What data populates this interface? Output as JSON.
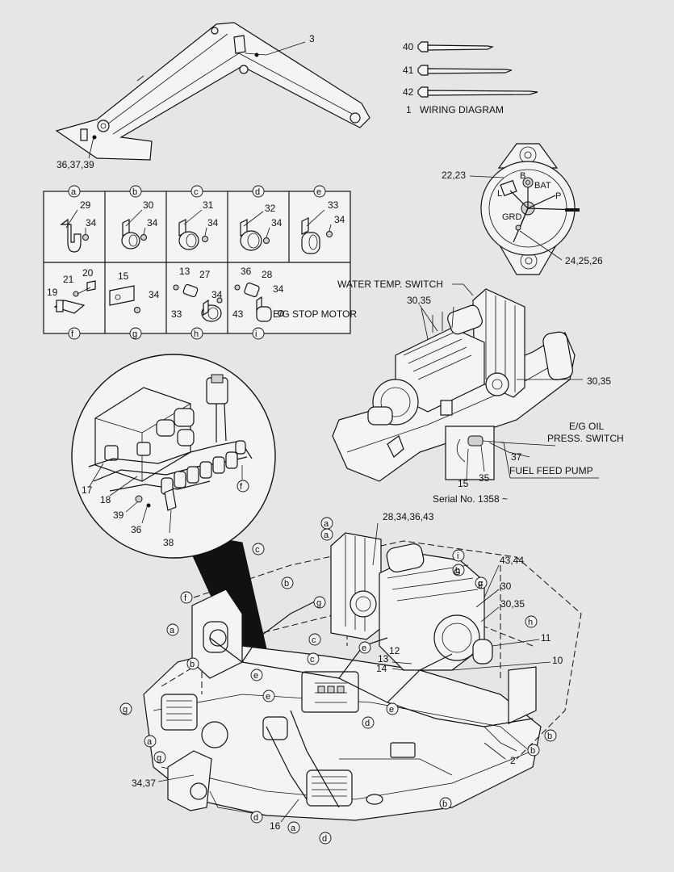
{
  "legend": {
    "ties": [
      {
        "ref": "40"
      },
      {
        "ref": "41"
      },
      {
        "ref": "42"
      }
    ],
    "wiring_diagram": {
      "ref": "1",
      "text": "WIRING DIAGRAM"
    }
  },
  "boom": {
    "part_3": "3",
    "part_36_37_39": "36,37,39"
  },
  "alternator": {
    "ref_22_23": "22,23",
    "ref_24_25_26": "24,25,26",
    "terminals": {
      "b": "B",
      "bat": "BAT",
      "l": "L",
      "p": "P",
      "grd": "GRD"
    }
  },
  "clamp_table": {
    "top_row": [
      {
        "letter": "a",
        "part": "29",
        "bolt": "34"
      },
      {
        "letter": "b",
        "part": "30",
        "bolt": "34"
      },
      {
        "letter": "c",
        "part": "31",
        "bolt": "34"
      },
      {
        "letter": "d",
        "part": "32",
        "bolt": "34"
      },
      {
        "letter": "e",
        "part": "33",
        "bolt": "34"
      }
    ],
    "bottom_row": [
      {
        "letter": "f",
        "parts": [
          "19",
          "21",
          "20"
        ]
      },
      {
        "letter": "g",
        "parts": [
          "15",
          "34"
        ]
      },
      {
        "letter": "h",
        "parts": [
          "13",
          "27",
          "33",
          "34"
        ]
      },
      {
        "letter": "i",
        "parts": [
          "36",
          "28",
          "43",
          "34"
        ]
      }
    ]
  },
  "engine_labels": {
    "water_temp": "WATER TEMP. SWITCH",
    "stop_motor": "E/G STOP MOTOR",
    "ref_30_35_a": "30,35",
    "ref_30_35_b": "30,35",
    "oil_press_1": "E/G OIL",
    "oil_press_2": "PRESS. SWITCH",
    "fuel_pump": "FUEL FEED PUMP",
    "ref_37": "37",
    "ref_15": "15",
    "ref_35": "35",
    "serial": "Serial No. 1358 ~"
  },
  "detail_circle": {
    "refs": [
      "17",
      "18",
      "39",
      "36",
      "38"
    ],
    "letter": "f"
  },
  "main_view": {
    "ref_28_34_36_43": "28,34,36,43",
    "ref_43_44": "43,44",
    "ref_30": "30",
    "ref_30_35": "30,35",
    "ref_11": "11",
    "ref_10": "10",
    "ref_12": "12",
    "ref_13": "13",
    "ref_14": "14",
    "ref_2": "2",
    "ref_16": "16",
    "ref_34_37": "34,37",
    "letter_G": "G",
    "letter_F": "F",
    "letters": [
      "a",
      "a",
      "c",
      "b",
      "i",
      "g",
      "c",
      "f",
      "a",
      "b",
      "e",
      "e",
      "c",
      "e",
      "h",
      "e",
      "d",
      "b",
      "g",
      "a",
      "g",
      "b",
      "b",
      "d",
      "a",
      "d",
      "g",
      "b"
    ]
  }
}
